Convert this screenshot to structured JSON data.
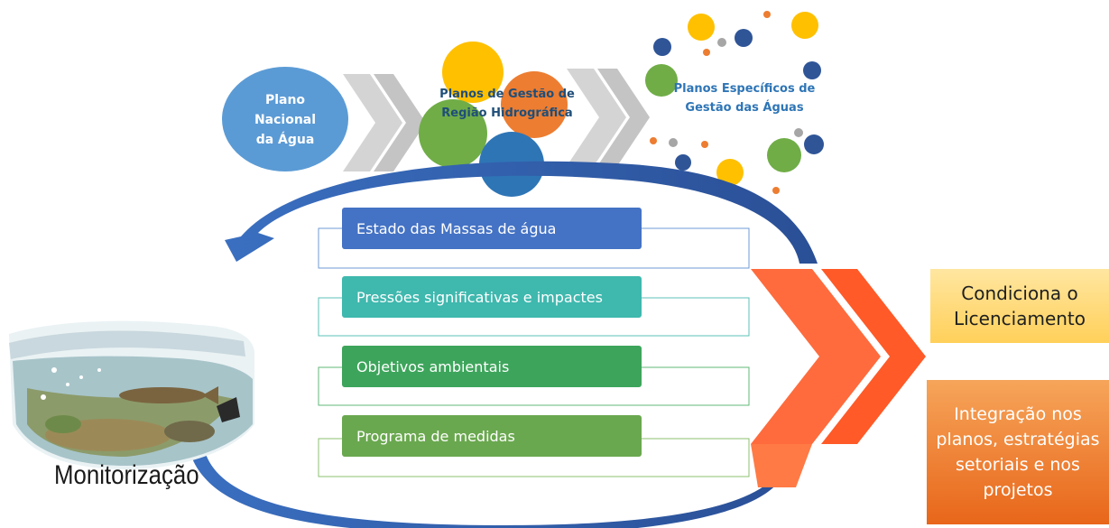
{
  "plans": {
    "national": "Plano Nacional da Água",
    "regional": "Planos de Gestão de Região Hidrográfica",
    "specific": "Planos Específicos de Gestão das Águas"
  },
  "cycle_items": [
    {
      "label": "Estado das Massas de água",
      "color": "#4472c4"
    },
    {
      "label": "Pressões significativas e impactes",
      "color": "#3fb8ae"
    },
    {
      "label": "Objetivos ambientais",
      "color": "#3da55b"
    },
    {
      "label": "Programa de medidas",
      "color": "#6aa84f"
    }
  ],
  "monitoring_label": "Monitorização",
  "outcomes": [
    {
      "label": "Condiciona o Licenciamento",
      "bg": "#ffd86b",
      "text_color": "#1f1f1f"
    },
    {
      "label": "Integração nos planos, estratégias setoriais e nos projetos",
      "bg": "#ef7d22",
      "text_color": "#ffffff"
    }
  ],
  "colors": {
    "blue_circle": "#5b9bd5",
    "chevron_gray": "#d0d0d0",
    "red_chevron": "#ff6b3d",
    "dark_arrow": "#2f5ea8"
  }
}
